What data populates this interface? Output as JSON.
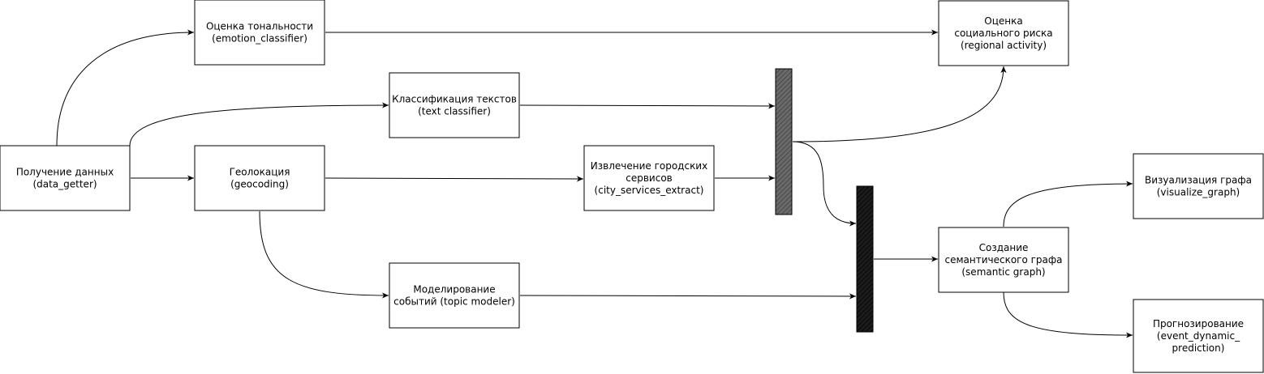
{
  "colors": {
    "line": "#000000",
    "box_fill": "#ffffff",
    "join_bar_1": "#5a5a5a",
    "join_bar_2": "#141414"
  },
  "nodes": {
    "data_getter": {
      "lines": [
        "Получение данных",
        "(data_getter)"
      ]
    },
    "emotion": {
      "lines": [
        "Оценка тональности",
        "(emotion_classifier)"
      ]
    },
    "text_classifier": {
      "lines": [
        "Классификация текстов",
        "(text classifier)"
      ]
    },
    "geocoding": {
      "lines": [
        "Геолокация",
        "(geocoding)"
      ]
    },
    "city_services": {
      "lines": [
        "Извлечение городских",
        "сервисов",
        "(city_services_extract)"
      ]
    },
    "topic_modeler": {
      "lines": [
        "Моделирование",
        "событий (topic modeler)"
      ]
    },
    "social_risk": {
      "lines": [
        "Оценка",
        "социального риска",
        "(regional activity)"
      ]
    },
    "semantic_graph": {
      "lines": [
        "Создание",
        "семантического графа",
        "(semantic graph)"
      ]
    },
    "visualize": {
      "lines": [
        "Визуализация графа",
        "(visualize_graph)"
      ]
    },
    "prediction": {
      "lines": [
        "Прогнозирование",
        "(event_dynamic_",
        "prediction)"
      ]
    }
  },
  "edges": [
    {
      "from": "data_getter",
      "to": "emotion"
    },
    {
      "from": "data_getter",
      "to": "text_classifier"
    },
    {
      "from": "data_getter",
      "to": "geocoding"
    },
    {
      "from": "geocoding",
      "to": "city_services"
    },
    {
      "from": "geocoding",
      "to": "topic_modeler"
    },
    {
      "from": "emotion",
      "to": "social_risk"
    },
    {
      "from": "text_classifier",
      "to": "join_bar_1"
    },
    {
      "from": "city_services",
      "to": "join_bar_1"
    },
    {
      "from": "join_bar_1",
      "to": "social_risk"
    },
    {
      "from": "join_bar_1",
      "to": "join_bar_2"
    },
    {
      "from": "topic_modeler",
      "to": "join_bar_2"
    },
    {
      "from": "join_bar_2",
      "to": "semantic_graph"
    },
    {
      "from": "semantic_graph",
      "to": "visualize"
    },
    {
      "from": "semantic_graph",
      "to": "prediction"
    }
  ]
}
